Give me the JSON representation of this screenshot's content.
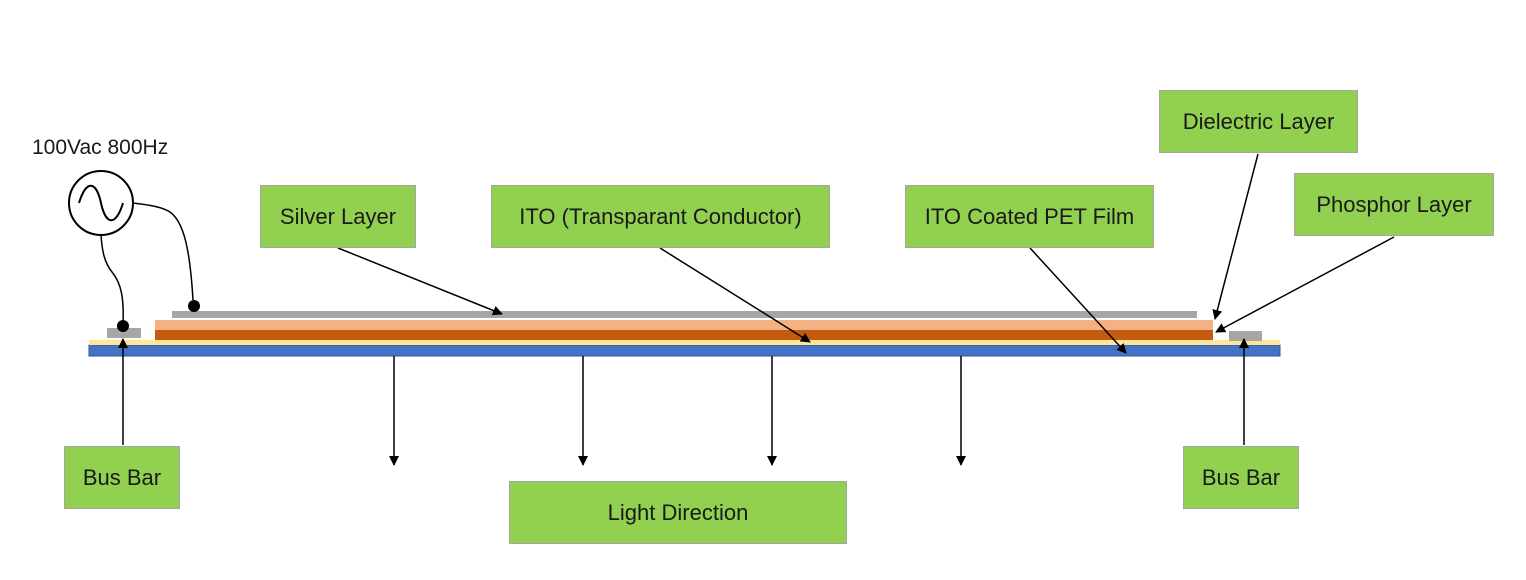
{
  "source": {
    "label": "100Vac 800Hz"
  },
  "labels": {
    "silver_layer": "Silver Layer",
    "ito": "ITO (Transparant Conductor)",
    "ito_pet": "ITO Coated PET Film",
    "dielectric": "Dielectric Layer",
    "phosphor": "Phosphor Layer",
    "bus_bar_left": "Bus Bar",
    "bus_bar_right": "Bus Bar",
    "light_direction": "Light Direction"
  },
  "colors": {
    "label_fill": "#92d050",
    "label_border": "#a5a5a5",
    "silver": "#a6a6a6",
    "dielectric": "#f4b183",
    "phosphor": "#c55a11",
    "ito": "#ffe699",
    "pet": "#4472c4",
    "bus_bar": "#a6a6a6"
  }
}
